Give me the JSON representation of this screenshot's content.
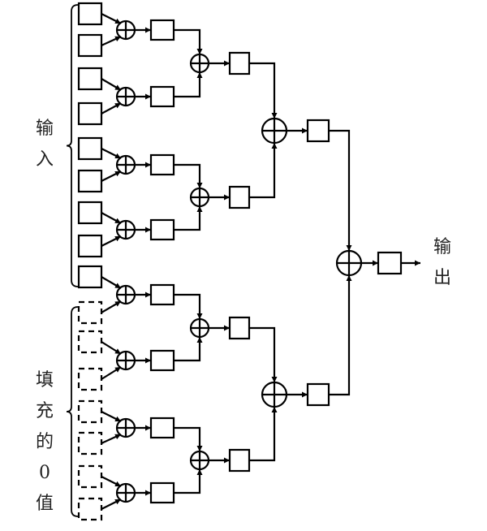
{
  "diagram": {
    "type": "binary adder tree",
    "labels": {
      "input": [
        "输",
        "入"
      ],
      "padding": [
        "填",
        "充",
        "的",
        "0",
        "值"
      ],
      "output": [
        "输",
        "出"
      ]
    },
    "input_count": 9,
    "padding_count": 7,
    "levels": [
      {
        "name": "level-1",
        "adders": 8
      },
      {
        "name": "level-2",
        "adders": 4
      },
      {
        "name": "level-3",
        "adders": 2
      },
      {
        "name": "level-4",
        "adders": 1
      }
    ],
    "adder_symbol": "⊕",
    "colors": {
      "stroke": "#000000",
      "background": "#ffffff",
      "text": "#222222"
    }
  }
}
